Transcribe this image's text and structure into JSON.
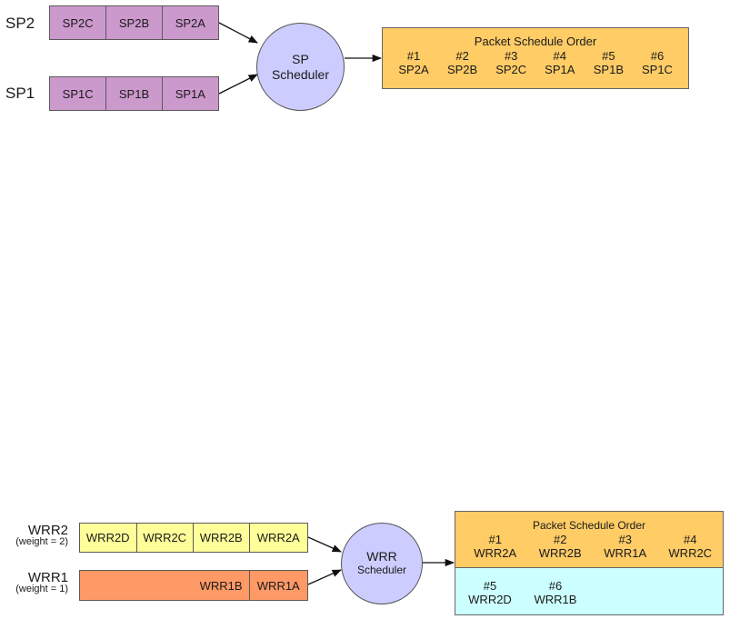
{
  "sp": {
    "queues": [
      {
        "label": "SP2",
        "packets": [
          "SP2C",
          "SP2B",
          "SP2A"
        ]
      },
      {
        "label": "SP1",
        "packets": [
          "SP1C",
          "SP1B",
          "SP1A"
        ]
      }
    ],
    "scheduler": {
      "line1": "SP",
      "line2": "Scheduler"
    },
    "order": {
      "title": "Packet Schedule Order",
      "items": [
        {
          "rank": "#1",
          "packet": "SP2A"
        },
        {
          "rank": "#2",
          "packet": "SP2B"
        },
        {
          "rank": "#3",
          "packet": "SP2C"
        },
        {
          "rank": "#4",
          "packet": "SP1A"
        },
        {
          "rank": "#5",
          "packet": "SP1B"
        },
        {
          "rank": "#6",
          "packet": "SP1C"
        }
      ]
    }
  },
  "wrr": {
    "queues": [
      {
        "label": "WRR2",
        "weight": "(weight = 2)",
        "packets": [
          "WRR2D",
          "WRR2C",
          "WRR2B",
          "WRR2A"
        ]
      },
      {
        "label": "WRR1",
        "weight": "(weight = 1)",
        "packets": [
          "WRR1B",
          "WRR1A"
        ]
      }
    ],
    "scheduler": {
      "line1": "WRR",
      "line2": "Scheduler"
    },
    "order": {
      "title": "Packet Schedule Order",
      "round1": [
        {
          "rank": "#1",
          "packet": "WRR2A"
        },
        {
          "rank": "#2",
          "packet": "WRR2B"
        },
        {
          "rank": "#3",
          "packet": "WRR1A"
        },
        {
          "rank": "#4",
          "packet": "WRR2C"
        }
      ],
      "round2": [
        {
          "rank": "#5",
          "packet": "WRR2D"
        },
        {
          "rank": "#6",
          "packet": "WRR1B"
        }
      ]
    }
  },
  "colors": {
    "sp_packet": "#cc99cc",
    "scheduler": "#ccccff",
    "order_primary": "#ffcc66",
    "order_secondary": "#ccffff",
    "wrr2_packet": "#ffff99",
    "wrr1_packet": "#ff9966"
  }
}
